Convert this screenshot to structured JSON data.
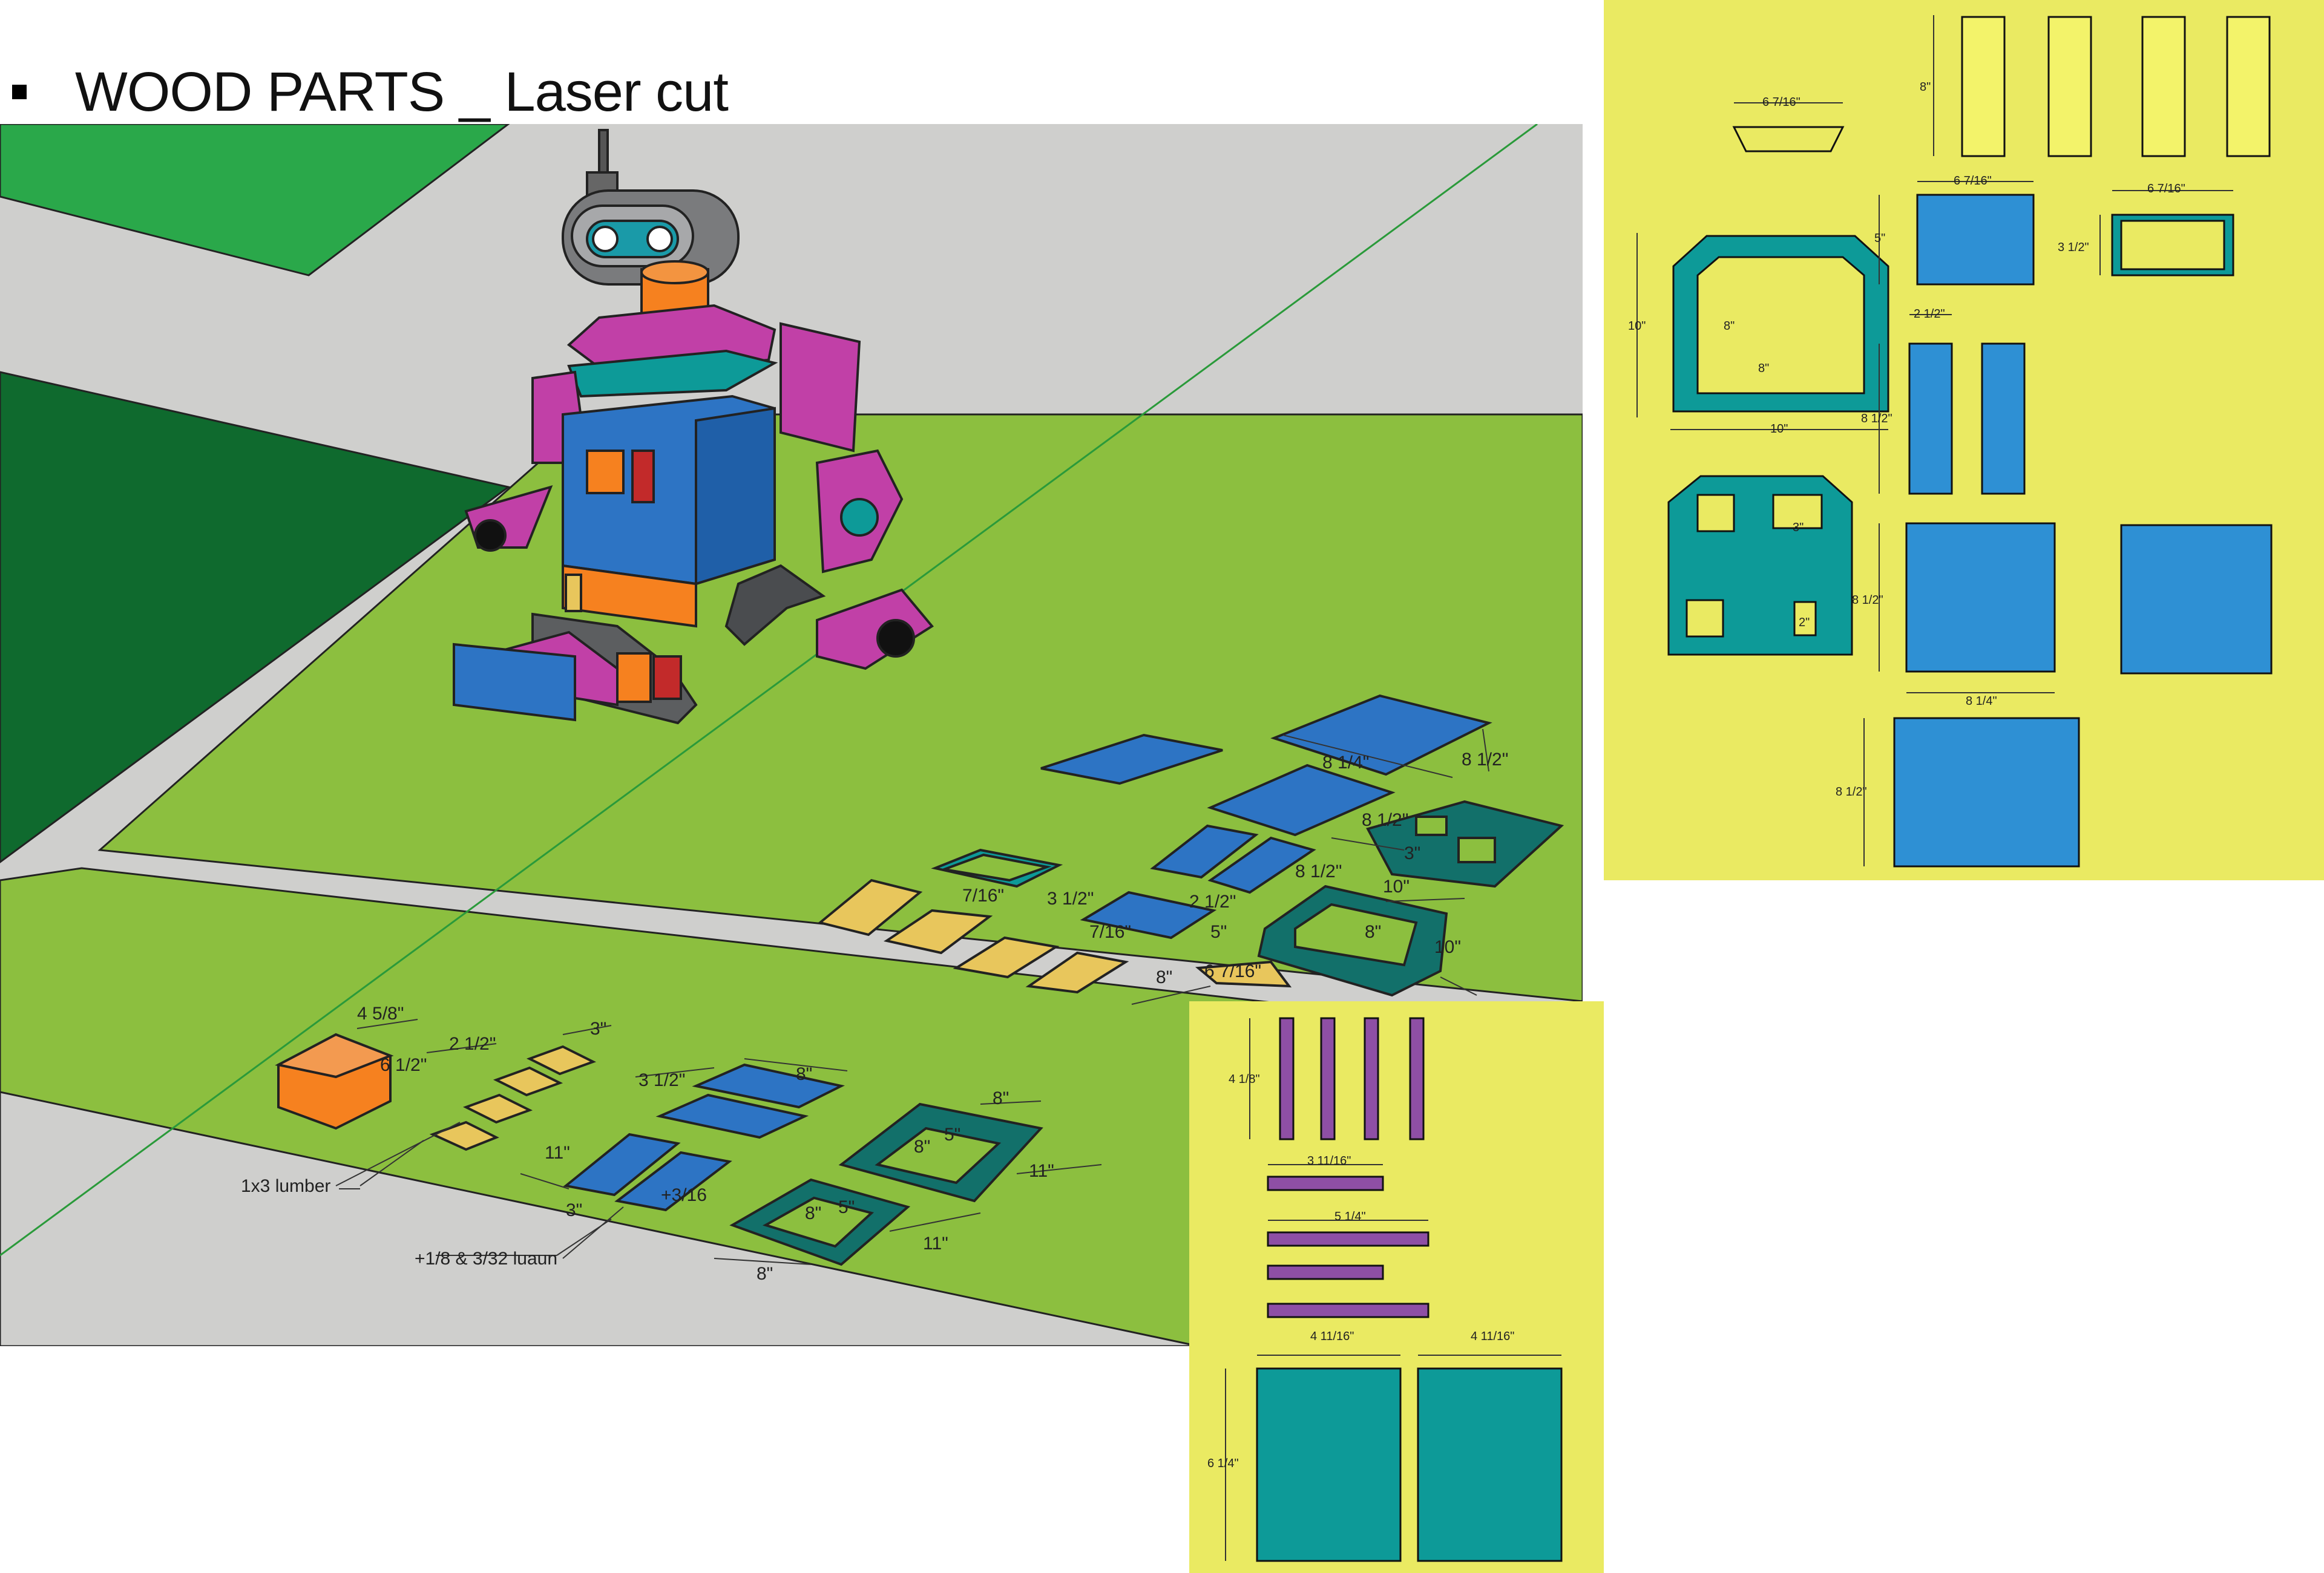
{
  "title": "WOOD PARTS _ Laser cut",
  "colors": {
    "scene_bg": "#cfcfcd",
    "ground_light": "#8cbf3f",
    "ground_dark_green": "#0f6a2e",
    "ground_mid_green": "#2aa84a",
    "sheet_bg": "#eaea62",
    "blue": "#2d74c4",
    "sheet_blue": "#2e90d4",
    "teal": "#0d9a98",
    "dark_teal": "#12706a",
    "magenta": "#c140a7",
    "orange": "#f6811f",
    "yellow_wood": "#e8c65c",
    "purple": "#8e4fa5",
    "gray": "#6b6d70"
  },
  "scene_labels": {
    "lumber": "1x3 lumber",
    "luaun": "+1/8 & 3/32 luaun"
  },
  "scene_dims": {
    "d_4_5_8": "4 5/8\"",
    "d_6_1_2": "6 1/2\"",
    "d_2_1_2a": "2 1/2\"",
    "d_3a": "3\"",
    "d_3_1_2a": "3 1/2\"",
    "d_8a": "8\"",
    "d_11a": "11\"",
    "d_3b": "3\"",
    "d_3_16": "+3/16",
    "d_8b": "8\"",
    "d_8c": "8\"",
    "d_5a": "5\"",
    "d_11b": "11\"",
    "d_8d": "8\"",
    "d_5b": "5\"",
    "d_11c": "11\"",
    "d_8e": "8\"",
    "d_8_1_4": "8 1/4\"",
    "d_8_1_2a": "8 1/2\"",
    "d_8_1_2b": "8 1/2\"",
    "d_3c": "3\"",
    "d_2_1_2b": "2 1/2\"",
    "d_8_1_2c": "8 1/2\"",
    "d_10a": "10\"",
    "d_8f": "8\"",
    "d_10b": "10\"",
    "d_7_16": "7/16\"",
    "d_3_1_2b": "3 1/2\"",
    "d_5c": "5\"",
    "d_8g": "8\"",
    "d_6_7_16": "6 7/16\"",
    "d_7_16b": "7/16\""
  },
  "sheet_right_dims": {
    "r_6_7_16a": "6 7/16\"",
    "r_8a": "8\"",
    "r_6_7_16b": "6 7/16\"",
    "r_5": "5\"",
    "r_6_7_16c": "6 7/16\"",
    "r_3_1_2": "3 1/2\"",
    "r_10a": "10\"",
    "r_8b": "8\"",
    "r_8c": "8\"",
    "r_10b": "10\"",
    "r_2_1_2": "2 1/2\"",
    "r_8_1_2a": "8 1/2\"",
    "r_3": "3\"",
    "r_2": "2\"",
    "r_8_1_2b": "8 1/2\"",
    "r_8_1_4": "8 1/4\"",
    "r_8_1_2c": "8 1/2\""
  },
  "sheet_bottom_dims": {
    "b_4_1_8": "4 1/8\"",
    "b_3_11_16": "3 11/16\"",
    "b_5_1_4": "5 1/4\"",
    "b_4_11_16a": "4 11/16\"",
    "b_4_11_16b": "4 11/16\"",
    "b_6_1_4": "6 1/4\""
  }
}
